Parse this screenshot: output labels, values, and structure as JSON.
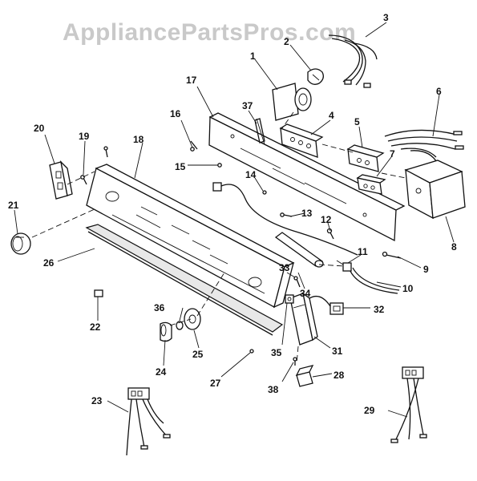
{
  "watermark": "AppliancePartsPros.com",
  "callouts": {
    "c1": "1",
    "c2": "2",
    "c3": "3",
    "c4": "4",
    "c5": "5",
    "c6": "6",
    "c7": "7",
    "c8": "8",
    "c9": "9",
    "c10": "10",
    "c11": "11",
    "c12": "12",
    "c13": "13",
    "c14": "14",
    "c15": "15",
    "c16": "16",
    "c17": "17",
    "c18": "18",
    "c19": "19",
    "c20": "20",
    "c21": "21",
    "c22": "22",
    "c23": "23",
    "c24": "24",
    "c25": "25",
    "c26": "26",
    "c27": "27",
    "c28": "28",
    "c29": "29",
    "c31": "31",
    "c32": "32",
    "c33": "33",
    "c34": "34",
    "c35": "35",
    "c36": "36",
    "c37": "37",
    "c38": "38"
  }
}
